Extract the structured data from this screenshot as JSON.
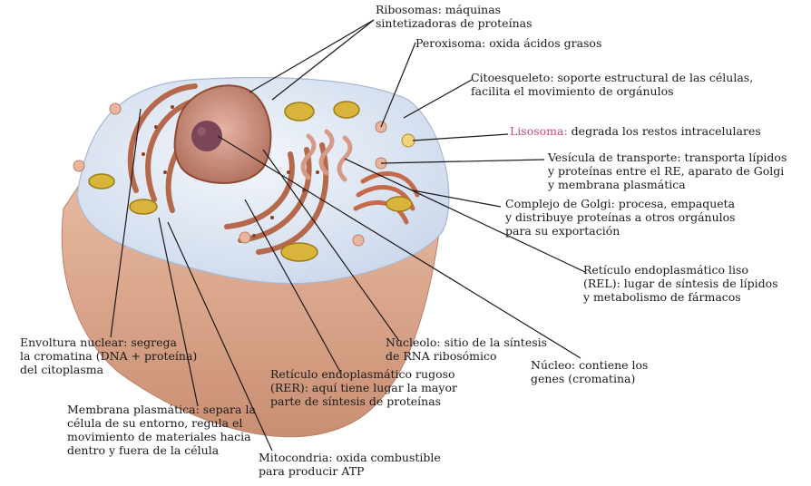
{
  "labels": {
    "ribosomas": "Ribosomas: máquinas\nsintetizadoras de proteínas",
    "peroxisoma": "Peroxisoma: oxida ácidos grasos",
    "citoesqueleto": "Citoesqueleto: soporte estructural de las células,\nfacilita el movimiento de orgánulos",
    "lisosoma_term": "Lisosoma:",
    "lisosoma_desc": " degrada los restos intracelulares",
    "vesicula": "Vesícula de transporte: transporta lípidos\ny proteínas entre el RE, aparato de Golgi\ny membrana plasmática",
    "golgi": "Complejo de Golgi: procesa, empaqueta\ny distribuye proteínas a otros orgánulos\npara su exportación",
    "rel": "Retículo endoplasmático liso\n(REL): lugar de síntesis de lípidos\ny metabolismo de fármacos",
    "envoltura": "Envoltura nuclear: segrega\nla cromatina (DNA + proteína)\ndel citoplasma",
    "nucleolo": "Nucleolo: sitio de la síntesis\nde RNA ribosómico",
    "rer": "Retículo endoplasmático rugoso\n(RER): aquí tiene lugar la mayor\nparte de síntesis de proteínas",
    "nucleo": "Núcleo: contiene los\ngenes (cromatina)",
    "membrana": "Membrana plasmática: separa la\ncélula de su entorno, regula el\nmovimiento de materiales hacia\ndentro y fuera de la célula",
    "mitocondria": "Mitocondria: oxida combustible\npara producir ATP"
  },
  "colors": {
    "lysosome_label": "#d8407a",
    "cytoplasm": "#dde6f2",
    "cell_base": "#d9a58c",
    "nucleus": "#b5704f",
    "mitochondria": "#d8b53a"
  }
}
